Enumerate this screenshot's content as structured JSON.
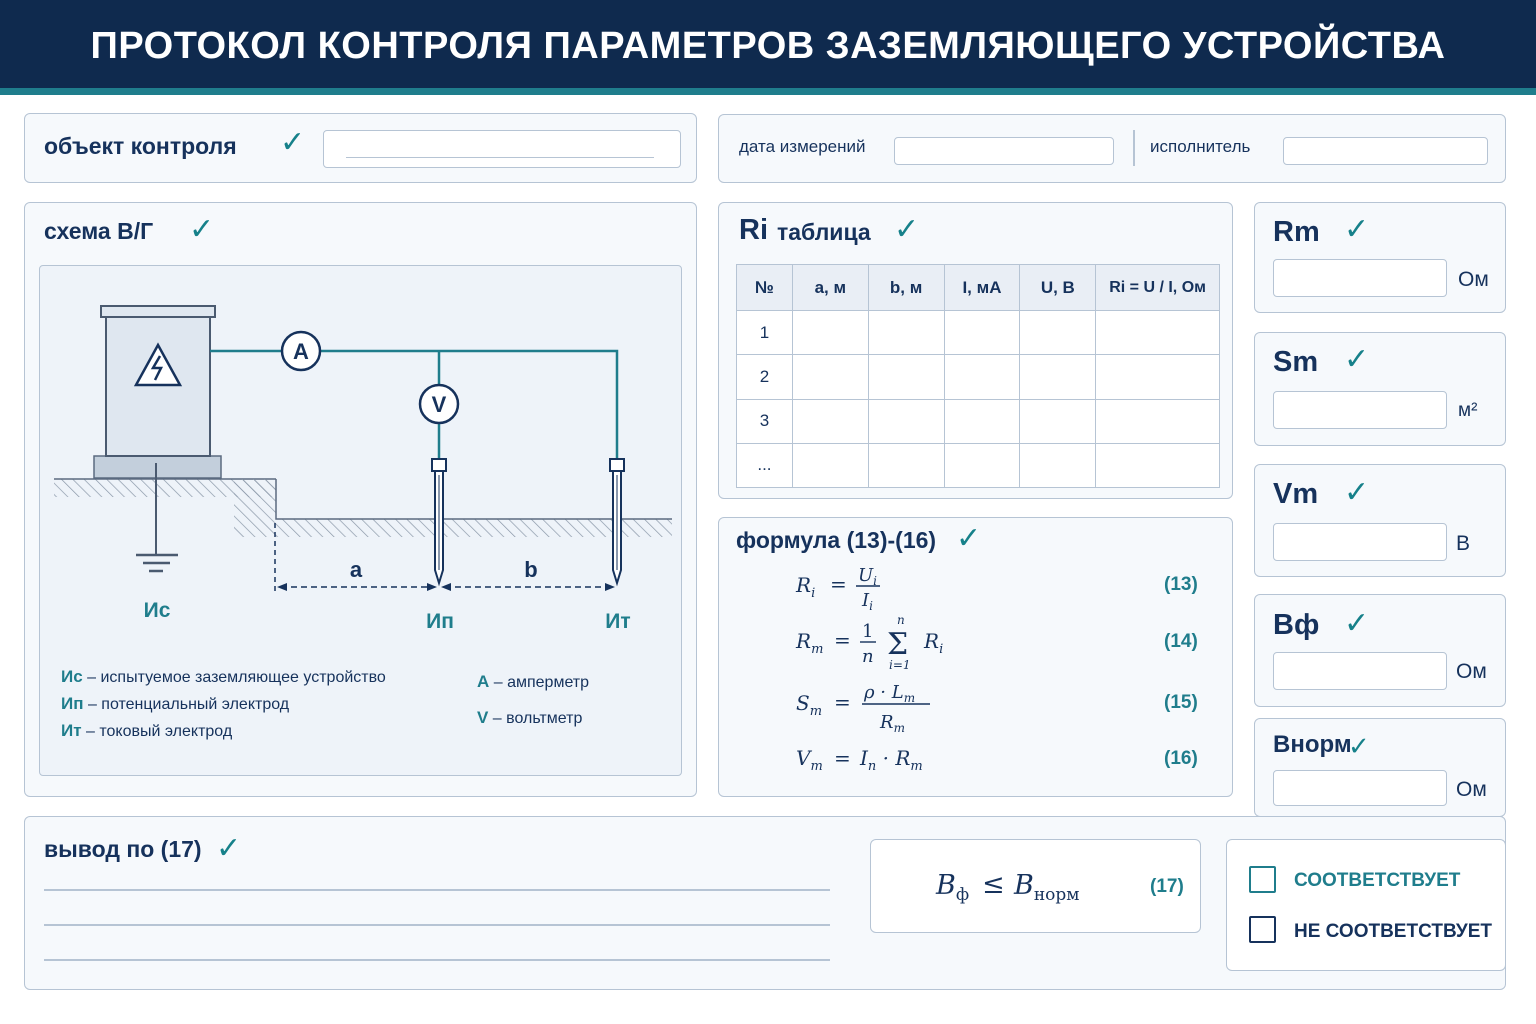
{
  "header": {
    "title": "ПРОТОКОЛ КОНТРОЛЯ ПАРАМЕТРОВ ЗАЗЕМЛЯЮЩЕГО УСТРОЙСТВА"
  },
  "object": {
    "label": "объект контроля",
    "check": "✓"
  },
  "meta": {
    "date_label": "дата измерений",
    "performer_label": "исполнитель"
  },
  "scheme": {
    "label": "схема В/Г",
    "check": "✓",
    "meter_a": "A",
    "meter_v": "V",
    "dist_a": "a",
    "dist_b": "b",
    "node_ic": "Ис",
    "node_ip": "Ип",
    "node_it": "Ит",
    "legend": [
      {
        "sym": "Ис",
        "text": "– испытуемое заземляющее устройство"
      },
      {
        "sym": "Ип",
        "text": "– потенциальный электрод"
      },
      {
        "sym": "Ит",
        "text": "– токовый электрод"
      },
      {
        "sym": "A",
        "text": "– амперметр"
      },
      {
        "sym": "V",
        "text": "– вольтметр"
      }
    ]
  },
  "ri_table": {
    "title_main": "Ri",
    "title_rest": "таблица",
    "check": "✓",
    "columns": [
      "№",
      "a, м",
      "b, м",
      "I, мА",
      "U, В",
      "Ri = U / I, Ом"
    ],
    "rows": [
      "1",
      "2",
      "3",
      "..."
    ]
  },
  "formulas": {
    "label": "формула (13)-(16)",
    "check": "✓",
    "items": [
      {
        "no": "(13)"
      },
      {
        "no": "(14)"
      },
      {
        "no": "(15)"
      },
      {
        "no": "(16)"
      }
    ]
  },
  "params": [
    {
      "label": "Rm",
      "unit": "Ом",
      "check": "✓"
    },
    {
      "label": "Sm",
      "unit": "м²",
      "check": "✓"
    },
    {
      "label": "Vm",
      "unit": "В",
      "check": "✓"
    },
    {
      "label": "Bф",
      "unit": "Ом",
      "check": "✓"
    },
    {
      "label": "Bнорм",
      "unit": "Ом",
      "check": "✓"
    }
  ],
  "conclusion": {
    "label": "вывод по (17)",
    "check": "✓",
    "formula_no": "(17)",
    "options": [
      "СООТВЕТСТВУЕТ",
      "НЕ СООТВЕТСТВУЕТ"
    ]
  },
  "colors": {
    "navy": "#0f2a4e",
    "teal": "#1f7d8c",
    "border": "#b6c4d4",
    "text": "#16325c"
  }
}
